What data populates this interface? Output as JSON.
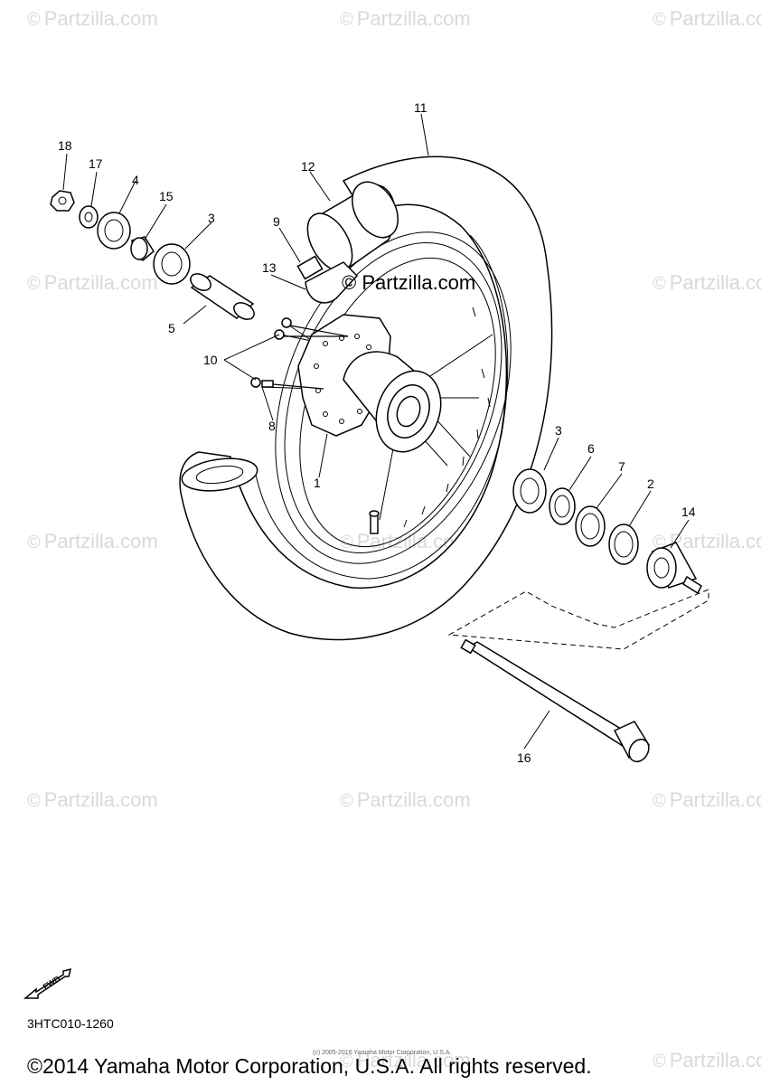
{
  "watermark": {
    "symbol": "©",
    "text": "Partzilla.com"
  },
  "center_watermark": "© Partzilla.com",
  "callouts": [
    "11",
    "12",
    "9",
    "13",
    "18",
    "17",
    "4",
    "15",
    "3",
    "5",
    "10",
    "8",
    "1",
    "3",
    "6",
    "7",
    "2",
    "14",
    "16"
  ],
  "fwd_label": "FWD",
  "drawing_code": "3HTC010-1260",
  "fine_print": "(c) 2005-2016 Yamaha Motor Corporation, U.S.A.",
  "copyright": "©2014 Yamaha Motor Corporation, U.S.A. All rights reserved."
}
